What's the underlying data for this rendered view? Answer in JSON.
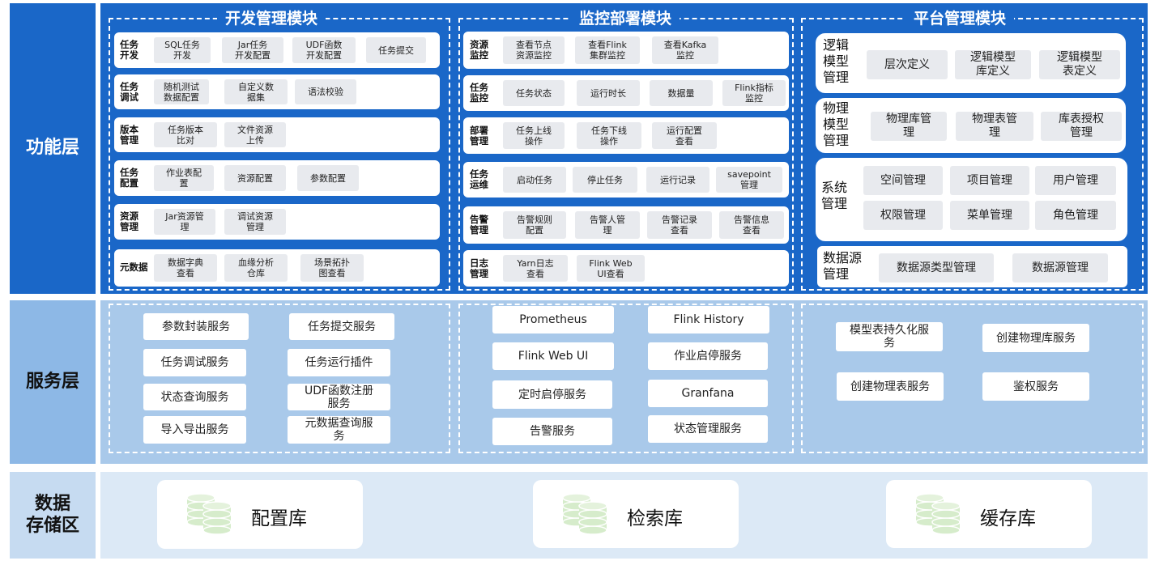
{
  "layers": {
    "function": "功能层",
    "service": "服务层",
    "storage": "数据\n存储区"
  },
  "modules": {
    "dev": {
      "title": "开发管理模块",
      "rows": [
        {
          "label": "任务\n开发",
          "items": [
            "SQL任务\n开发",
            "Jar任务\n开发配置",
            "UDF函数\n开发配置",
            "任务提交"
          ]
        },
        {
          "label": "任务\n调试",
          "items": [
            "随机测试\n数据配置",
            "自定义数\n据集",
            "语法校验"
          ]
        },
        {
          "label": "版本\n管理",
          "items": [
            "任务版本\n比对",
            "文件资源\n上传"
          ]
        },
        {
          "label": "任务\n配置",
          "items": [
            "作业表配\n置",
            "资源配置",
            "参数配置"
          ]
        },
        {
          "label": "资源\n管理",
          "items": [
            "Jar资源管\n理",
            "调试资源\n管理"
          ]
        },
        {
          "label": "元数据",
          "items": [
            "数据字典\n查看",
            "血缘分析\n仓库",
            "场景拓扑\n图查看"
          ]
        }
      ]
    },
    "monitor": {
      "title": "监控部署模块",
      "rows": [
        {
          "label": "资源\n监控",
          "items": [
            "查看节点\n资源监控",
            "查看Flink\n集群监控",
            "查看Kafka\n监控"
          ]
        },
        {
          "label": "任务\n监控",
          "items": [
            "任务状态",
            "运行时长",
            "数据量",
            "Flink指标\n监控"
          ]
        },
        {
          "label": "部署\n管理",
          "items": [
            "任务上线\n操作",
            "任务下线\n操作",
            "运行配置\n查看"
          ]
        },
        {
          "label": "任务\n运维",
          "items": [
            "启动任务",
            "停止任务",
            "运行记录",
            "savepoint\n管理"
          ]
        },
        {
          "label": "告警\n管理",
          "items": [
            "告警规则\n配置",
            "告警人管\n理",
            "告警记录\n查看",
            "告警信息\n查看"
          ]
        },
        {
          "label": "日志\n管理",
          "items": [
            "Yarn日志\n查看",
            "Flink Web\nUI查看"
          ]
        }
      ]
    },
    "platform": {
      "title": "平台管理模块",
      "groups": [
        {
          "label": "逻辑\n模型\n管理",
          "items": [
            "层次定义",
            "逻辑模型\n库定义",
            "逻辑模型\n表定义"
          ]
        },
        {
          "label": "物理\n模型\n管理",
          "items": [
            "物理库管\n理",
            "物理表管\n理",
            "库表授权\n管理"
          ]
        },
        {
          "label": "系统\n管理",
          "items": [
            "空间管理",
            "项目管理",
            "用户管理",
            "权限管理",
            "菜单管理",
            "角色管理"
          ]
        },
        {
          "label": "数据源\n管理",
          "items": [
            "数据源类型管理",
            "数据源管理"
          ]
        }
      ]
    }
  },
  "services": {
    "dev": [
      "参数封装服务",
      "任务提交服务",
      "任务调试服务",
      "任务运行插件",
      "状态查询服务",
      "UDF函数注册\n服务",
      "导入导出服务",
      "元数据查询服\n务"
    ],
    "monitor": [
      "Prometheus",
      "Flink History",
      "Flink Web UI",
      "作业启停服务",
      "定时启停服务",
      "Granfana",
      "告警服务",
      "状态管理服务"
    ],
    "platform": [
      "模型表持久化服\n务",
      "创建物理库服务",
      "创建物理表服务",
      "鉴权服务"
    ]
  },
  "storage": [
    "配置库",
    "检索库",
    "缓存库"
  ],
  "icons": {
    "database": "database-icon"
  },
  "colors": {
    "primary": "#1a67c8",
    "service": "#a9c9ea",
    "storage": "#dce9f6"
  }
}
